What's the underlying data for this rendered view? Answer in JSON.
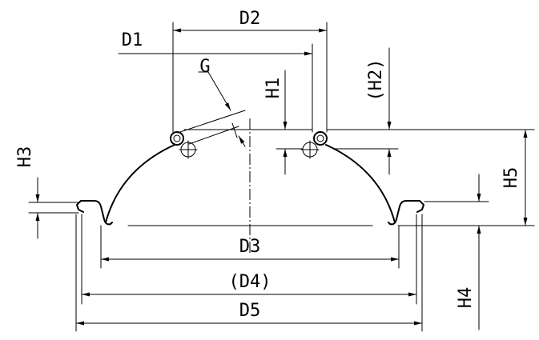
{
  "labels": {
    "d1": "D1",
    "d2": "D2",
    "d3": "D3",
    "d4": "(D4)",
    "d5": "D5",
    "g": "G",
    "h1": "H1",
    "h2": "(H2)",
    "h3": "H3",
    "h4": "H4",
    "h5": "H5"
  }
}
